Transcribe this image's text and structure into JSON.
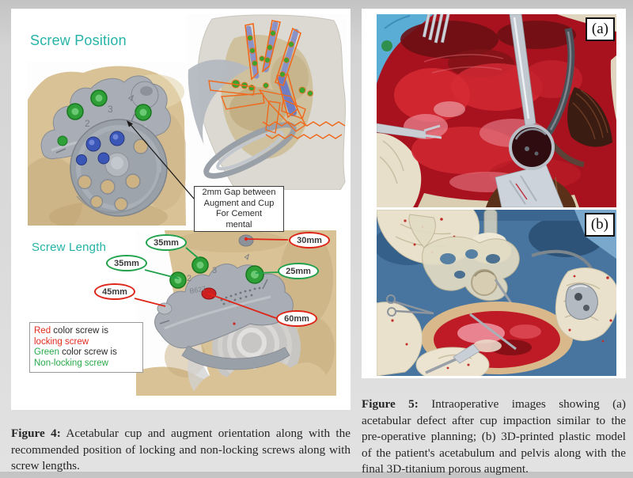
{
  "colors": {
    "teal_heading": "#26b3a7",
    "locking_red": "#de2517",
    "non_locking_green": "#21a14b",
    "planning_outline_orange": "#ef6a1e",
    "background_gray": "#d4d4d4"
  },
  "figure4": {
    "screw_position_title": "Screw Position",
    "screw_length_title": "Screw Length",
    "implant_code": "B627",
    "screw_numbers": [
      "2",
      "3",
      "4"
    ],
    "annotation_box": {
      "lines": [
        "2mm Gap between",
        "Augment and Cup",
        "For Cement",
        "mental"
      ]
    },
    "length_labels": [
      {
        "text": "35mm",
        "type": "non-locking"
      },
      {
        "text": "35mm",
        "type": "non-locking"
      },
      {
        "text": "45mm",
        "type": "locking"
      },
      {
        "text": "30mm",
        "type": "locking"
      },
      {
        "text": "25mm",
        "type": "non-locking"
      },
      {
        "text": "60mm",
        "type": "locking"
      }
    ],
    "legend": {
      "r1a": "Red",
      "r1b": " color screw is",
      "r2": "locking screw",
      "r3a": "Green",
      "r3b": " color screw is",
      "r4": "Non-locking screw"
    },
    "caption_label": "Figure 4:",
    "caption_text": " Acetabular cup and augment orientation along with the recommended position of locking and non-locking screws along with screw lengths."
  },
  "figure5": {
    "panel_a_label": "(a)",
    "panel_b_label": "(b)",
    "caption_label": "Figure 5:",
    "caption_text": " Intraoperative images showing (a) acetabular defect after cup impaction similar to the pre-operative planning; (b) 3D-printed plastic model of the patient's acetabulum and pelvis along with the final 3D-titanium porous augment."
  }
}
